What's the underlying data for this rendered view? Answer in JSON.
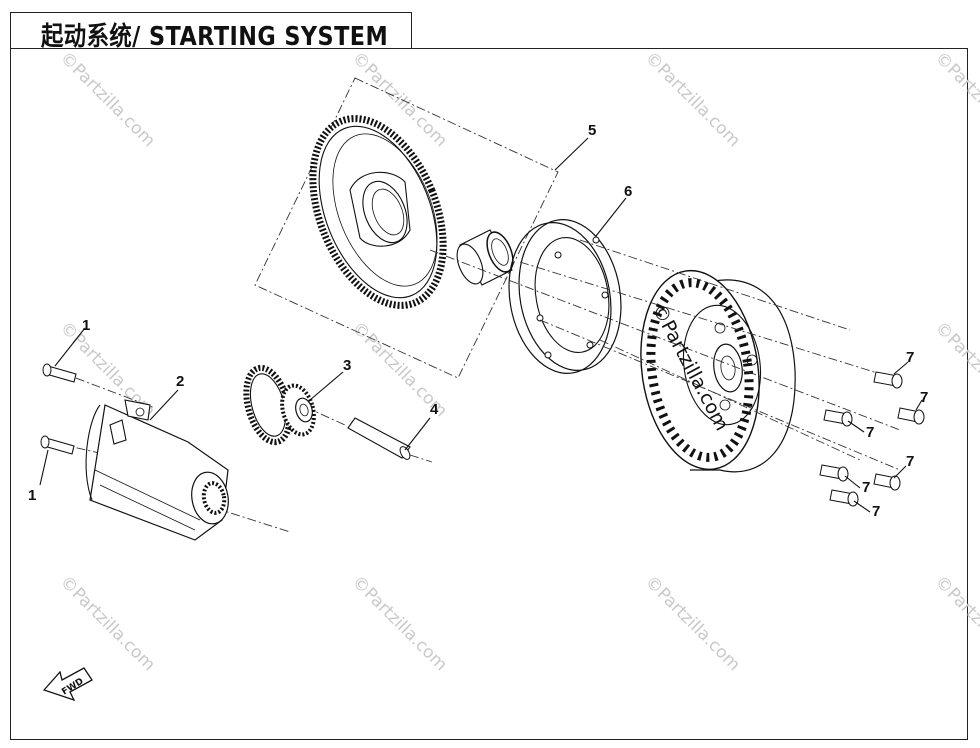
{
  "title": "起动系统/ STARTING SYSTEM",
  "watermark": "©Partzilla.com",
  "center_watermark": "©Partzilla.com",
  "fwd_label": "FWD",
  "callouts": {
    "c1a": "1",
    "c1b": "1",
    "c2": "2",
    "c3": "3",
    "c4": "4",
    "c5": "5",
    "c6": "6",
    "c7a": "7",
    "c7b": "7",
    "c7c": "7",
    "c7d": "7",
    "c7e": "7",
    "c7f": "7"
  },
  "colors": {
    "line": "#111111",
    "watermark": "#c9c9c9",
    "background": "#ffffff"
  }
}
